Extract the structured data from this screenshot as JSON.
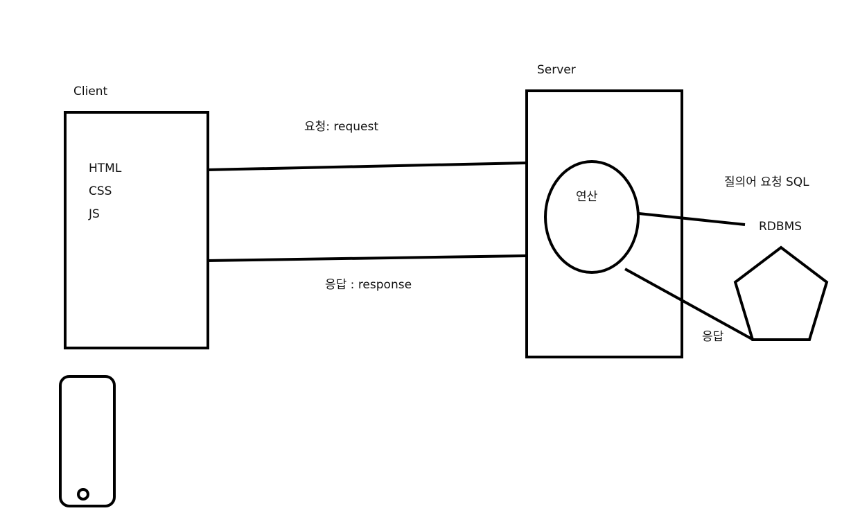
{
  "client": {
    "title": "Client",
    "items": [
      "HTML",
      "CSS",
      "JS"
    ]
  },
  "server": {
    "title": "Server",
    "process_label": "연산"
  },
  "connections": {
    "request_label": "요청: request",
    "response_label": "응답 : response"
  },
  "database": {
    "label": "RDBMS",
    "query_label": "질의어 요청 SQL",
    "response_label": "응답"
  },
  "colors": {
    "stroke": "#000000",
    "background": "#ffffff"
  }
}
